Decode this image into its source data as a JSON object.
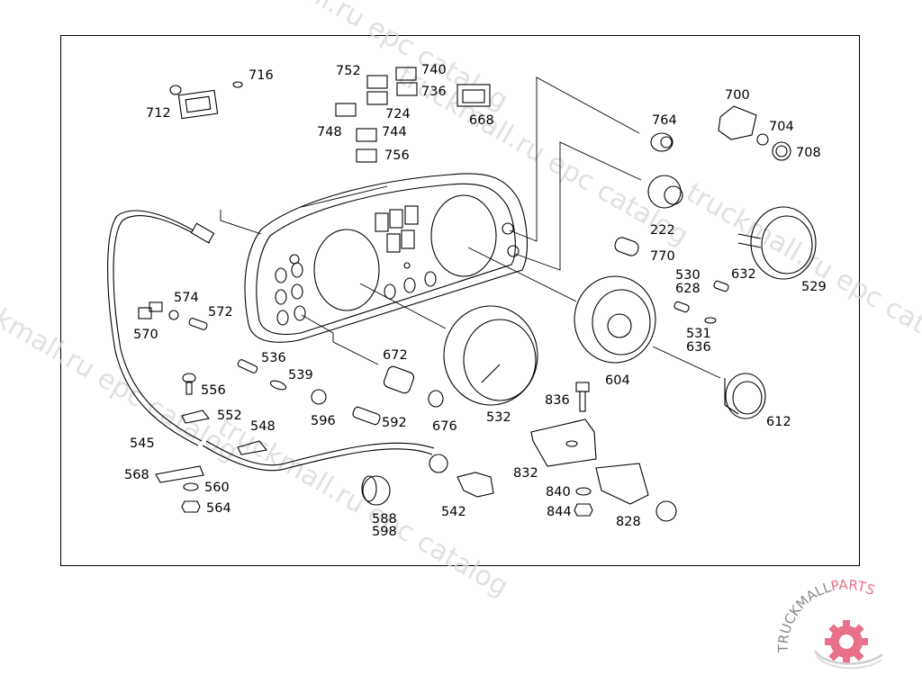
{
  "diagram": {
    "title": "Instrument cluster exploded parts diagram",
    "part_labels": [
      {
        "id": "712",
        "text": "712"
      },
      {
        "id": "716",
        "text": "716"
      },
      {
        "id": "752",
        "text": "752"
      },
      {
        "id": "740",
        "text": "740"
      },
      {
        "id": "736",
        "text": "736"
      },
      {
        "id": "724",
        "text": "724"
      },
      {
        "id": "668",
        "text": "668"
      },
      {
        "id": "748",
        "text": "748"
      },
      {
        "id": "744",
        "text": "744"
      },
      {
        "id": "756",
        "text": "756"
      },
      {
        "id": "764",
        "text": "764"
      },
      {
        "id": "700",
        "text": "700"
      },
      {
        "id": "704",
        "text": "704"
      },
      {
        "id": "708",
        "text": "708"
      },
      {
        "id": "222",
        "text": "222"
      },
      {
        "id": "770",
        "text": "770"
      },
      {
        "id": "530",
        "text": "530"
      },
      {
        "id": "628",
        "text": "628"
      },
      {
        "id": "632",
        "text": "632"
      },
      {
        "id": "529",
        "text": "529"
      },
      {
        "id": "531",
        "text": "531"
      },
      {
        "id": "636",
        "text": "636"
      },
      {
        "id": "604",
        "text": "604"
      },
      {
        "id": "612",
        "text": "612"
      },
      {
        "id": "836",
        "text": "836"
      },
      {
        "id": "832",
        "text": "832"
      },
      {
        "id": "840",
        "text": "840"
      },
      {
        "id": "844",
        "text": "844"
      },
      {
        "id": "828",
        "text": "828"
      },
      {
        "id": "532",
        "text": "532"
      },
      {
        "id": "672",
        "text": "672"
      },
      {
        "id": "676",
        "text": "676"
      },
      {
        "id": "592",
        "text": "592"
      },
      {
        "id": "596",
        "text": "596"
      },
      {
        "id": "536",
        "text": "536"
      },
      {
        "id": "539",
        "text": "539"
      },
      {
        "id": "574",
        "text": "574"
      },
      {
        "id": "572",
        "text": "572"
      },
      {
        "id": "570",
        "text": "570"
      },
      {
        "id": "556",
        "text": "556"
      },
      {
        "id": "552",
        "text": "552"
      },
      {
        "id": "548",
        "text": "548"
      },
      {
        "id": "545",
        "text": "545"
      },
      {
        "id": "568",
        "text": "568"
      },
      {
        "id": "560",
        "text": "560"
      },
      {
        "id": "564",
        "text": "564"
      },
      {
        "id": "588",
        "text": "588"
      },
      {
        "id": "598",
        "text": "598"
      },
      {
        "id": "542",
        "text": "542"
      }
    ]
  },
  "watermarks": [
    "truckmall.ru epc catalog",
    "truckmall.ru epc catalog",
    "truckmall.ru epc catalog",
    "truckmall.ru epc catalog",
    "truckmall.ru epc catalog"
  ],
  "logo": {
    "text_main": "TRUCKMALL",
    "text_accent": "PARTS",
    "accent_color": "#e8708a",
    "main_color": "#8a8a8a"
  }
}
